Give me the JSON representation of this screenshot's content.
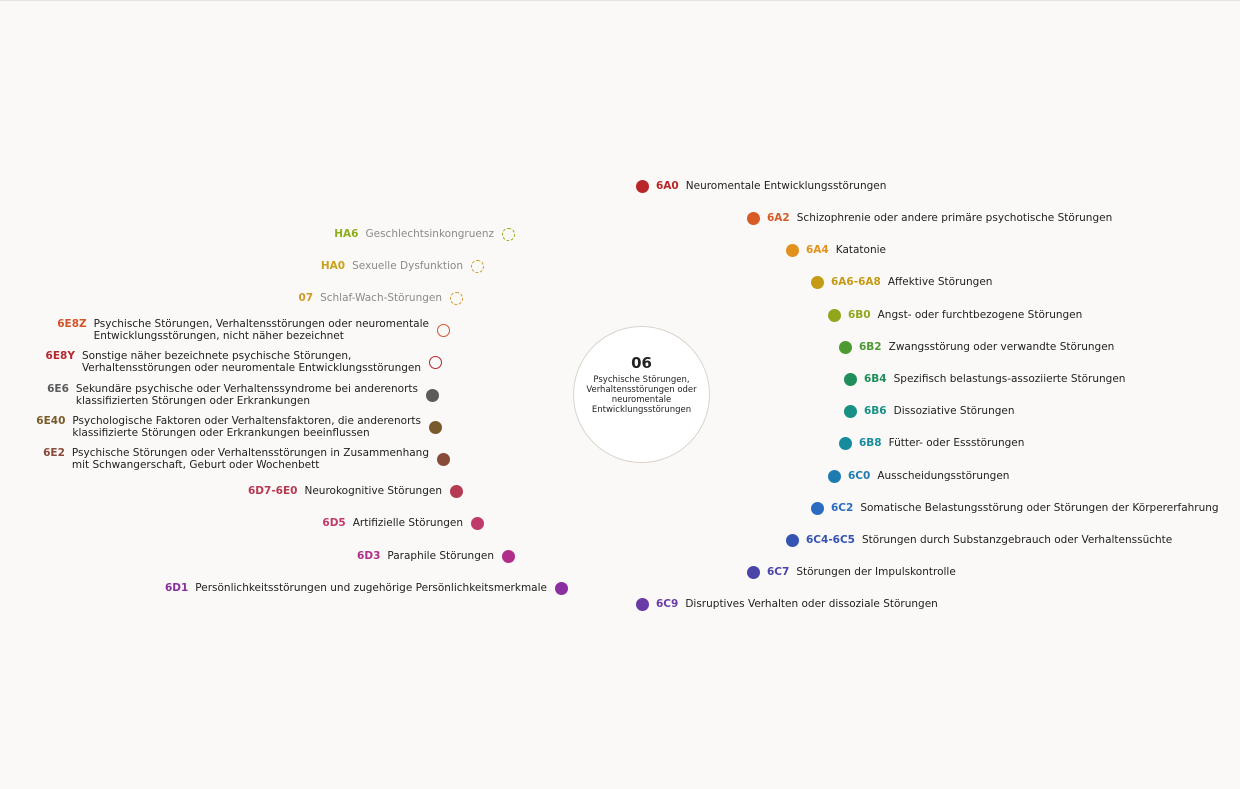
{
  "center": {
    "code": "06",
    "label": "Psychische Störungen, Verhaltensstörungen oder neuromentale Entwicklungsstörungen"
  },
  "right_nodes": [
    {
      "code": "6A0",
      "label": "Neuromentale Entwicklungsstörungen",
      "color": "#b9262a"
    },
    {
      "code": "6A2",
      "label": "Schizophrenie oder andere primäre psychotische Störungen",
      "color": "#d85a25"
    },
    {
      "code": "6A4",
      "label": "Katatonie",
      "color": "#e0921c"
    },
    {
      "code": "6A6-6A8",
      "label": "Affektive Störungen",
      "color": "#c49a16"
    },
    {
      "code": "6B0",
      "label": "Angst- oder furchtbezogene Störungen",
      "color": "#92a61c"
    },
    {
      "code": "6B2",
      "label": "Zwangsstörung oder verwandte Störungen",
      "color": "#4d9a32"
    },
    {
      "code": "6B4",
      "label": "Spezifisch belastungs-assoziierte Störungen",
      "color": "#1f8e5a"
    },
    {
      "code": "6B6",
      "label": "Dissoziative Störungen",
      "color": "#179184"
    },
    {
      "code": "6B8",
      "label": "Fütter- oder Essstörungen",
      "color": "#148c9d"
    },
    {
      "code": "6C0",
      "label": "Ausscheidungsstörungen",
      "color": "#1e7bb0"
    },
    {
      "code": "6C2",
      "label": "Somatische Belastungsstörung oder Störungen der Körpererfahrung",
      "color": "#2b6cc0"
    },
    {
      "code": "6C4-6C5",
      "label": "Störungen durch Substanzgebrauch oder Verhaltenssüchte",
      "color": "#3553b2"
    },
    {
      "code": "6C7",
      "label": "Störungen der Impulskontrolle",
      "color": "#4a44a8"
    },
    {
      "code": "6C9",
      "label": "Disruptives Verhalten oder dissoziale Störungen",
      "color": "#6a3aa6"
    }
  ],
  "left_nodes": [
    {
      "code": "HA6",
      "label": "Geschlechtsinkongruenz",
      "color": "#8fae1c",
      "style": "dashed",
      "muted": true
    },
    {
      "code": "HA0",
      "label": "Sexuelle Dysfunktion",
      "color": "#c9a21c",
      "style": "dashed",
      "muted": true
    },
    {
      "code": "07",
      "label": "Schlaf-Wach-Störungen",
      "color": "#d09a2a",
      "style": "dashed",
      "muted": true
    },
    {
      "code": "6E8Z",
      "label": "Psychische Störungen, Verhaltensstörungen oder neuromentale\nEntwicklungsstörungen, nicht näher bezeichnet",
      "color": "#d2562a",
      "style": "hollow"
    },
    {
      "code": "6E8Y",
      "label": "Sonstige näher bezeichnete psychische Störungen,\nVerhaltensstörungen oder neuromentale Entwicklungsstörungen",
      "color": "#b52630",
      "style": "hollow"
    },
    {
      "code": "6E6",
      "label": "Sekundäre psychische oder Verhaltenssyndrome bei anderenorts\nklassifizierten Störungen oder Erkrankungen",
      "color": "#5b5b5b",
      "style": "solid"
    },
    {
      "code": "6E40",
      "label": "Psychologische Faktoren oder Verhaltensfaktoren, die anderenorts\nklassifizierte Störungen oder Erkrankungen beeinflussen",
      "color": "#7a5a2a",
      "style": "solid"
    },
    {
      "code": "6E2",
      "label": "Psychische Störungen oder Verhaltensstörungen in Zusammenhang\nmit Schwangerschaft, Geburt oder Wochenbett",
      "color": "#8a4a3a",
      "style": "solid"
    },
    {
      "code": "6D7-6E0",
      "label": "Neurokognitive Störungen",
      "color": "#b53a52",
      "style": "solid"
    },
    {
      "code": "6D5",
      "label": "Artifizielle Störungen",
      "color": "#c03a6a",
      "style": "solid"
    },
    {
      "code": "6D3",
      "label": "Paraphile Störungen",
      "color": "#b12d8a",
      "style": "solid"
    },
    {
      "code": "6D1",
      "label": "Persönlichkeitsstörungen und zugehörige Persönlichkeitsmerkmale",
      "color": "#8a2ea0",
      "style": "solid"
    }
  ]
}
